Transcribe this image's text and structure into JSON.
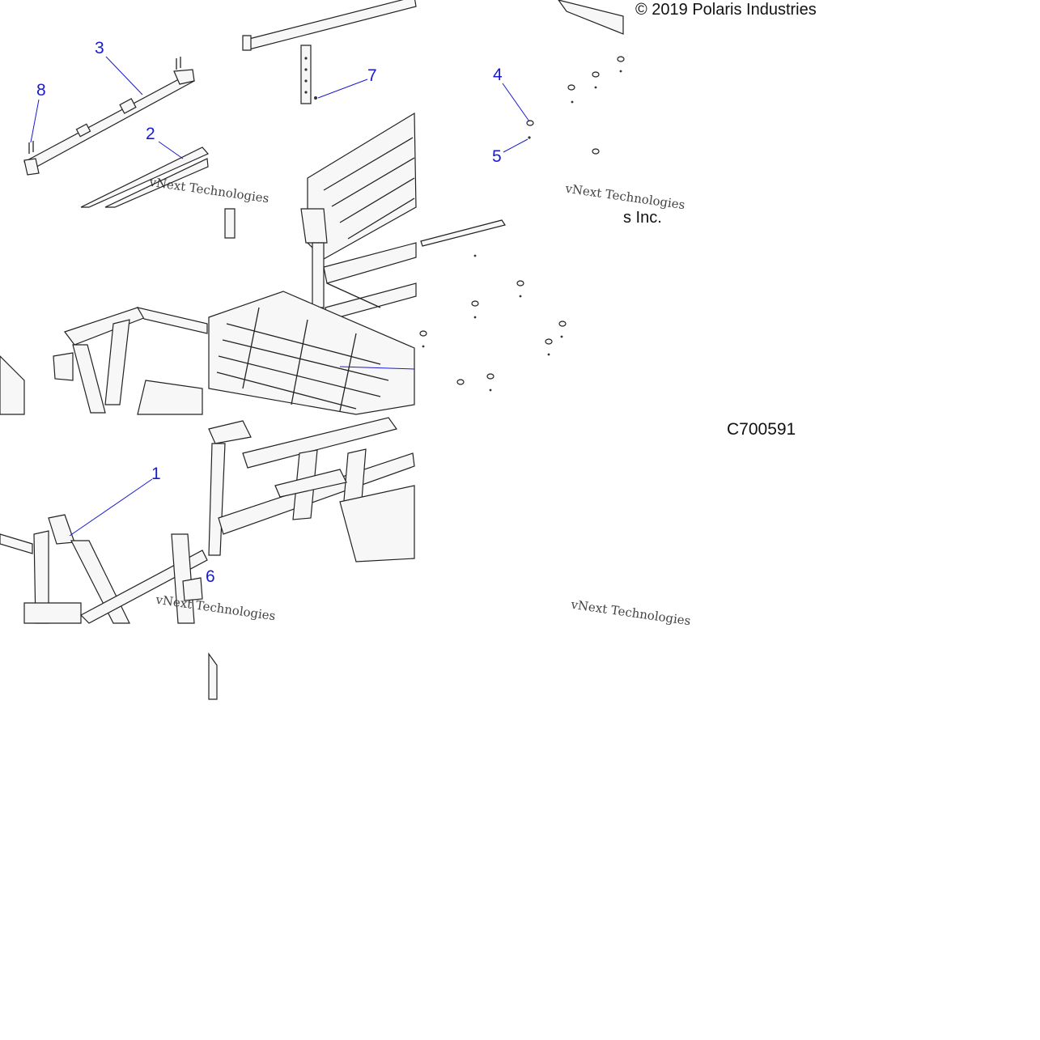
{
  "diagram": {
    "copyright": "© 2019 Polaris Industries",
    "copyright_tail": "s Inc.",
    "part_code": "C700591",
    "watermark_text": "vNext Technologies",
    "callouts": [
      {
        "id": "c1",
        "label": "1"
      },
      {
        "id": "c2",
        "label": "2"
      },
      {
        "id": "c3",
        "label": "3"
      },
      {
        "id": "c4",
        "label": "4"
      },
      {
        "id": "c5",
        "label": "5"
      },
      {
        "id": "c6",
        "label": "6"
      },
      {
        "id": "c7",
        "label": "7"
      },
      {
        "id": "c8",
        "label": "8"
      }
    ]
  }
}
